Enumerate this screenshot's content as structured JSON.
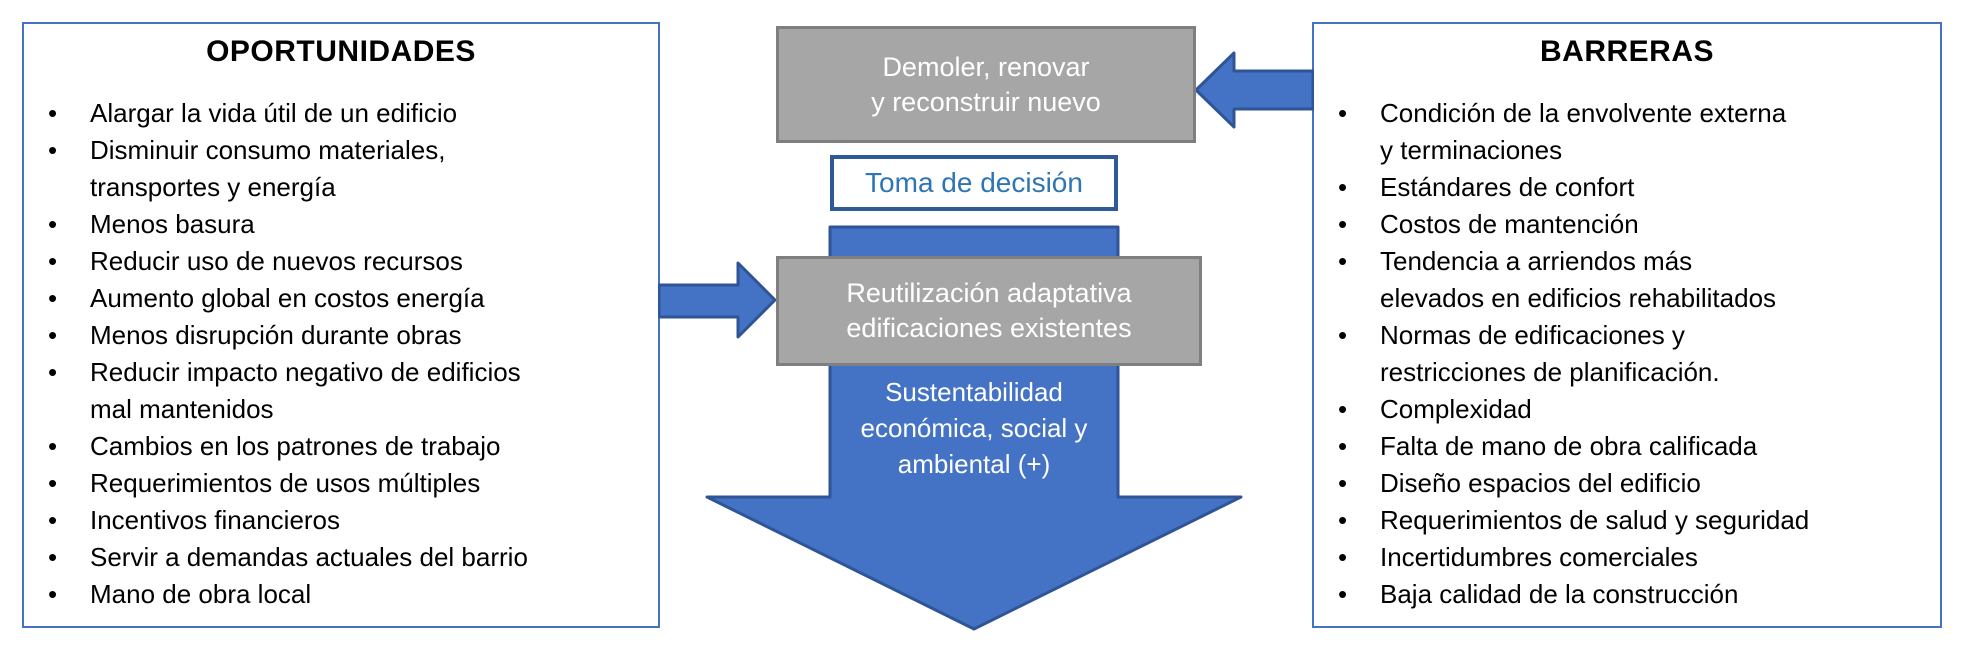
{
  "left_panel": {
    "title": "OPORTUNIDADES",
    "items": [
      "Alargar la vida útil de un edificio",
      "Disminuir consumo materiales,\ntransportes y energía",
      "Menos basura",
      "Reducir uso de nuevos recursos",
      "Aumento global en costos energía",
      "Menos disrupción durante obras",
      "Reducir impacto negativo de edificios\nmal mantenidos",
      "Cambios en los patrones de trabajo",
      "Requerimientos de usos múltiples",
      "Incentivos financieros",
      "Servir a demandas actuales del barrio",
      "Mano de obra local"
    ]
  },
  "right_panel": {
    "title": "BARRERAS",
    "items": [
      "Condición de la envolvente externa\ny terminaciones",
      "Estándares de confort",
      "Costos de mantención",
      "Tendencia a arriendos más\nelevados en edificios rehabilitados",
      "Normas de edificaciones y\nrestricciones de planificación.",
      "Complexidad",
      "Falta de mano de obra calificada",
      "Diseño espacios del edificio",
      "Requerimientos de salud y seguridad",
      "Incertidumbres comerciales",
      "Baja calidad de la construcción"
    ]
  },
  "flow": {
    "demolish_box": "Demoler, renovar\ny reconstruir nuevo",
    "decision_box": "Toma de decisión",
    "reuse_box": "Reutilización adaptativa\nedificaciones existentes",
    "sustainability_label": "Sustentabilidad\neconómica, social y\nambiental (+)"
  },
  "colors": {
    "arrow_fill": "#4472C4",
    "arrow_border": "#2F5597",
    "panel_border": "#4472C4",
    "gray_fill": "#A6A6A6",
    "gray_border": "#7F7F7F",
    "decision_border": "#2E5B97",
    "decision_text": "#2E75B6"
  }
}
